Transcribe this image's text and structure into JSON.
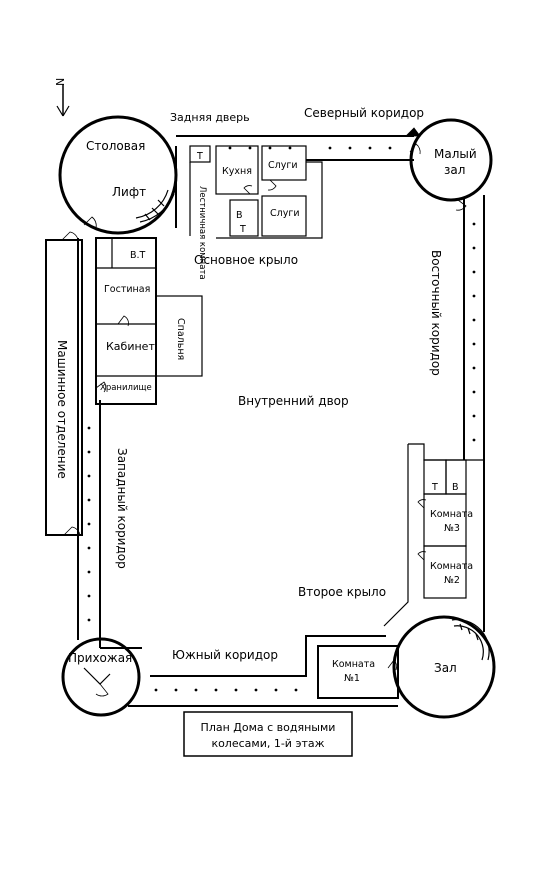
{
  "compass": {
    "letter": "N"
  },
  "title": {
    "line1": "План Дома с водяными",
    "line2": "колесами, 1-й этаж"
  },
  "labels": {
    "north_corridor": "Северный коридор",
    "back_door": "Задняя дверь",
    "dining_room": "Столовая",
    "elevator": "Лифт",
    "kitchen": "Кухня",
    "servants_1": "Слуги",
    "servants_2": "Слуги",
    "bath_b": "В",
    "toilet_t1": "Т",
    "toilet_t2": "Т",
    "staircase": "Лестничная комната",
    "small_hall_1": "Малый",
    "small_hall_2": "зал",
    "main_wing": "Основное крыло",
    "east_corridor": "Восточный коридор",
    "wc": "В.Т",
    "living_room": "Гостиная",
    "bedroom": "Спальня",
    "study": "Кабинет",
    "storage": "Хранилище",
    "machine_room": "Машинное отделение",
    "west_corridor": "Западный коридор",
    "courtyard": "Внутренний двор",
    "room3_1": "Комната",
    "room3_2": "№3",
    "room2_1": "Комната",
    "room2_2": "№2",
    "east_t": "Т",
    "east_b": "В",
    "second_wing": "Второе крыло",
    "hall": "Зал",
    "room1_1": "Комната",
    "room1_2": "№1",
    "entrance": "Прихожая",
    "south_corridor": "Южный коридор"
  }
}
